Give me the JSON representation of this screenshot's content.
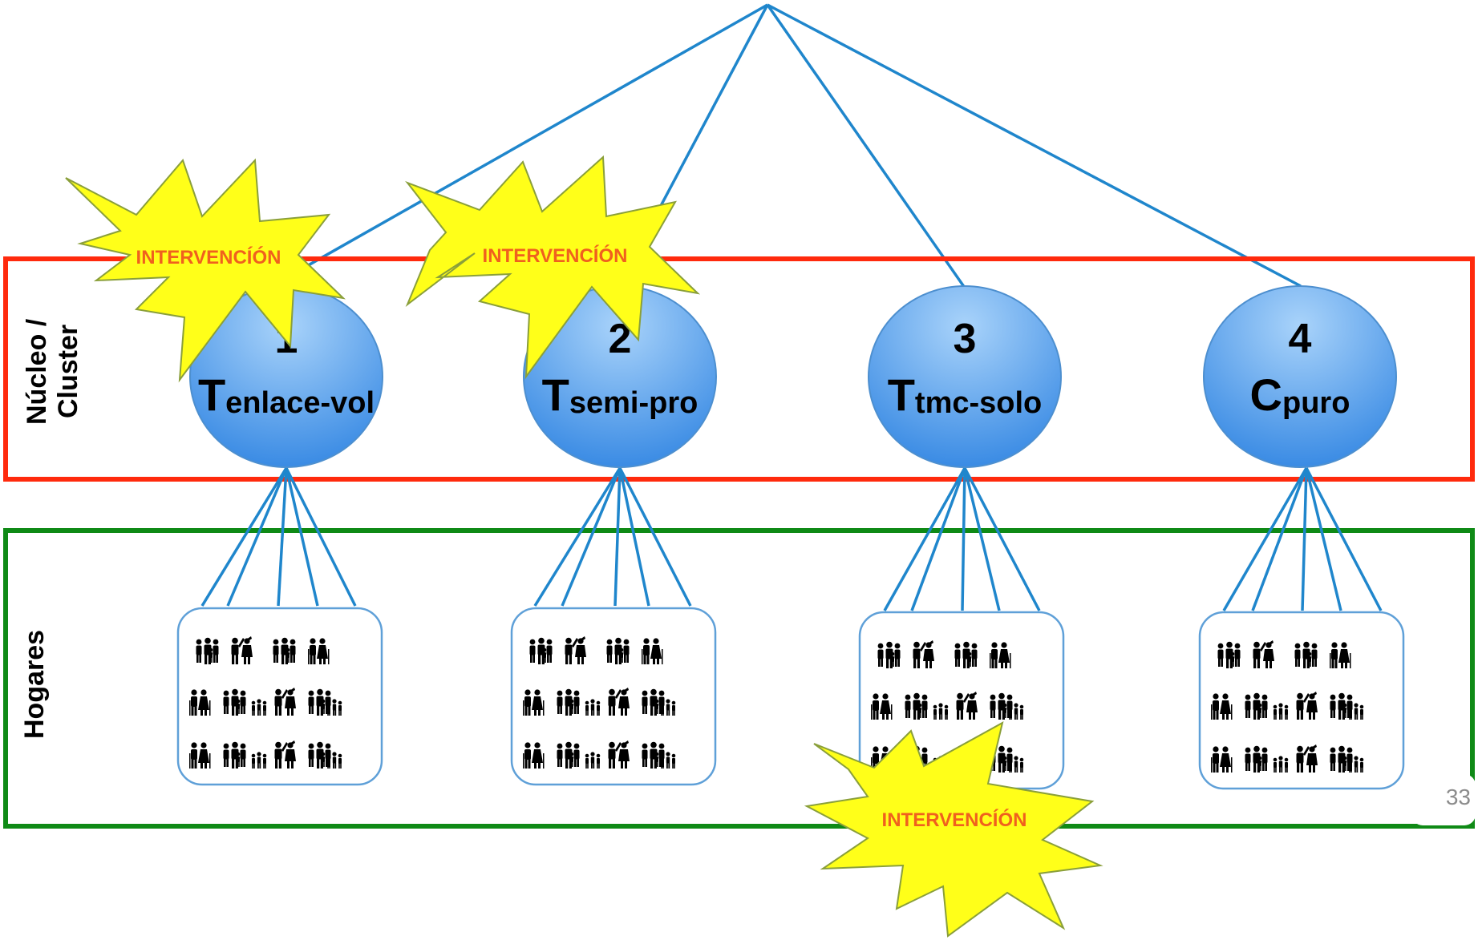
{
  "bands": {
    "cluster_label_1": "Núcleo /",
    "cluster_label_2": "Cluster",
    "households_label": "Hogares"
  },
  "nodes": [
    {
      "number": "1",
      "letter": "T",
      "subscript": "enlace-vol"
    },
    {
      "number": "2",
      "letter": "T",
      "subscript": "semi-pro"
    },
    {
      "number": "3",
      "letter": "T",
      "subscript": "tmc-solo"
    },
    {
      "number": "4",
      "letter": "C",
      "subscript": "puro"
    }
  ],
  "interventions": [
    "INTERVENCÍÓN",
    "INTERVENCÍÓN",
    "INTERVENCÍÓN"
  ],
  "slide_number": "33",
  "colors": {
    "connector": "#1f86cc",
    "cluster_border": "#ff2a0d",
    "households_border": "#0f8a16",
    "burst_fill": "#ffff19",
    "burst_text": "#f0601e",
    "node_fill_top": "#9ccaf6",
    "node_fill_bottom": "#3b8ee6"
  },
  "icons": [
    "family-icon"
  ]
}
